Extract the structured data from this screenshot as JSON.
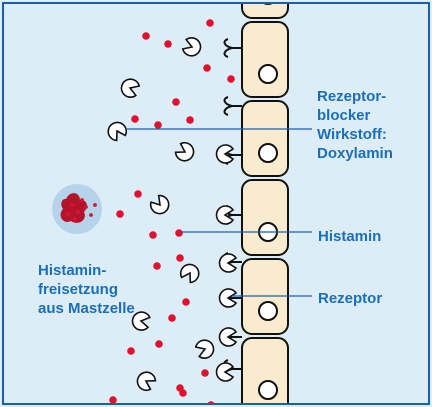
{
  "labels": {
    "blocker": [
      "Rezeptor-",
      "blocker",
      "Wirkstoff:",
      "Doxylamin"
    ],
    "histamin": "Histamin",
    "rezeptor": "Rezeptor",
    "release": [
      "Histamin-",
      "freisetzung",
      "aus Mastzelle"
    ]
  },
  "colors": {
    "background": "#dcedf8",
    "frame": "#1b5fa6",
    "cell_fill": "#f9ebce",
    "outline": "#111111",
    "histamine_dot": "#e0102f",
    "mast_cell_body": "#b5d4ec",
    "mast_cell_core": "#b3142b",
    "label_text": "#1b6fb8",
    "pointer_line": "#1b5fa6"
  },
  "icons": {
    "histamine": "red-dot-icon",
    "blocker": "pacman-blocker-icon",
    "receptor": "y-receptor-icon",
    "mast_cell": "mast-cell-icon"
  }
}
